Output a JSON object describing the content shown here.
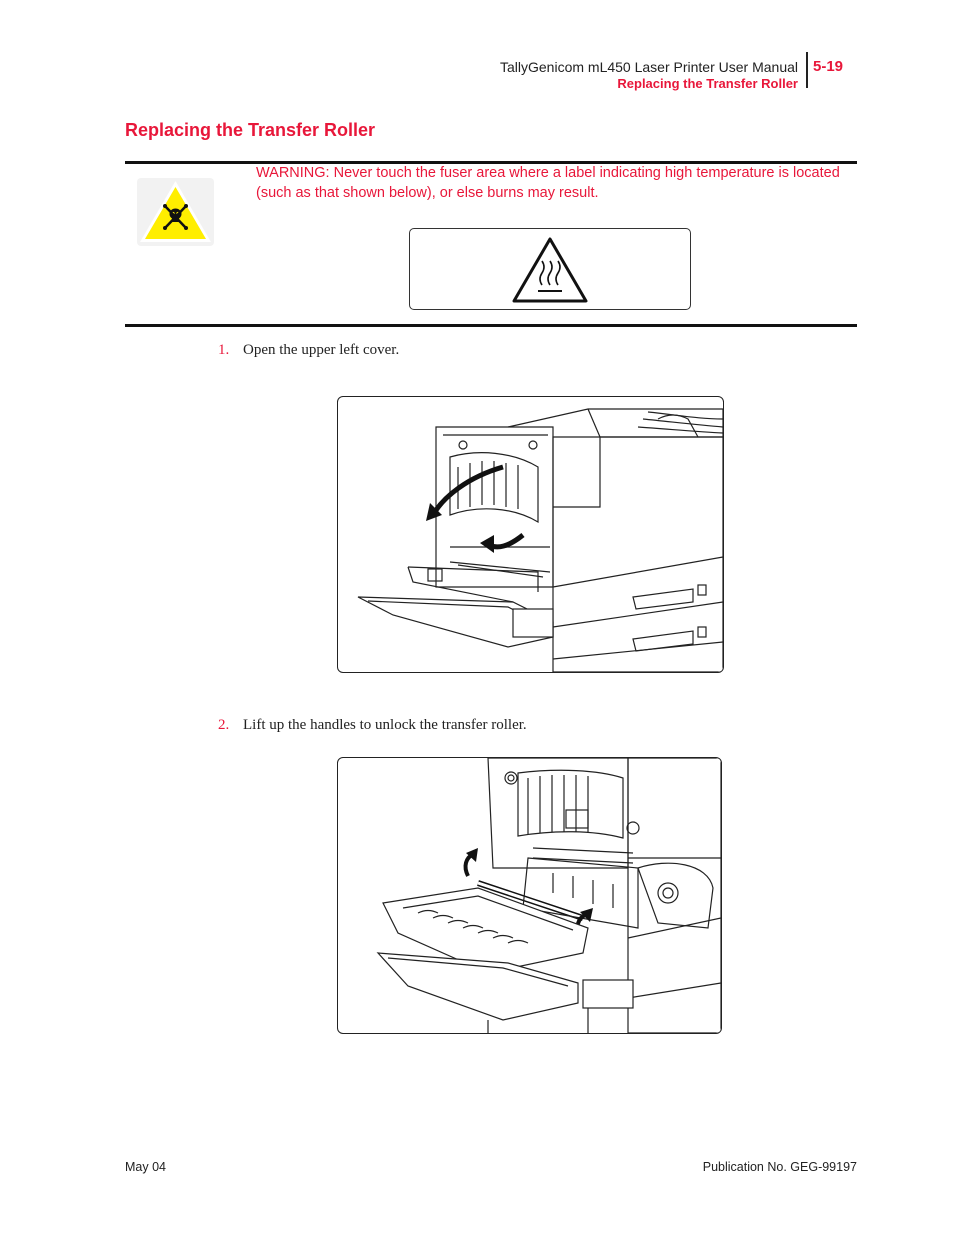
{
  "header": {
    "manual_title": "TallyGenicom mL450 Laser Printer User Manual",
    "section_name": "Replacing the Transfer Roller",
    "page_number": "5-19"
  },
  "section": {
    "title": "Replacing the Transfer Roller"
  },
  "warning": {
    "text": "WARNING: Never touch the fuser area where a label indicating high temperature is located (such as that shown below), or else burns may result.",
    "icon": "skull-crossbones-warning-icon",
    "label_icon": "hot-surface-icon"
  },
  "steps": [
    {
      "number": "1.",
      "text": "Open the upper left cover."
    },
    {
      "number": "2.",
      "text": "Lift up the handles to unlock the transfer roller."
    }
  ],
  "footer": {
    "date": "May 04",
    "publication": "Publication No. GEG-99197"
  },
  "colors": {
    "accent": "#e8173a",
    "warning_yellow": "#ffee00"
  }
}
